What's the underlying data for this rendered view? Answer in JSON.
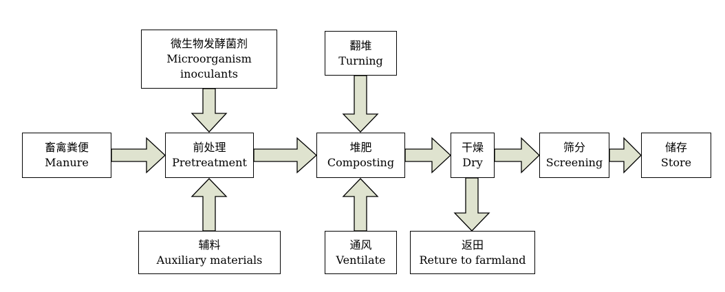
{
  "nodes": {
    "manure": {
      "zh": "畜禽粪便",
      "en": "Manure"
    },
    "pretreat": {
      "zh": "前处理",
      "en": "Pretreatment"
    },
    "microbe": {
      "zh": "微生物发酵菌剂",
      "en1": "Microorganism",
      "en2": "inoculants"
    },
    "auxiliary": {
      "zh": "辅料",
      "en": "Auxiliary materials"
    },
    "compost": {
      "zh": "堆肥",
      "en": "Composting"
    },
    "turning": {
      "zh": "翻堆",
      "en": "Turning"
    },
    "ventilate": {
      "zh": "通风",
      "en": "Ventilate"
    },
    "dry": {
      "zh": "干燥",
      "en": "Dry"
    },
    "farmland": {
      "zh": "返田",
      "en": "Reture to farmland"
    },
    "screening": {
      "zh": "筛分",
      "en": "Screening"
    },
    "store": {
      "zh": "储存",
      "en": "Store"
    }
  },
  "colors": {
    "arrow_fill": "#dfe3cf",
    "border": "#000000",
    "background": "#ffffff"
  }
}
